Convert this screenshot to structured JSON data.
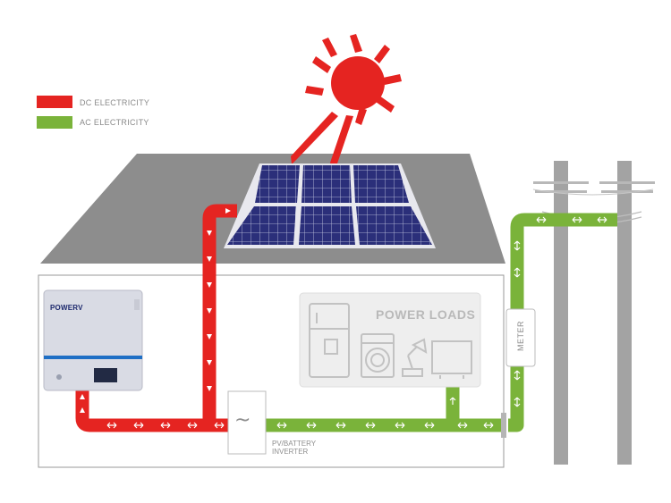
{
  "legend": {
    "dc_label": "DC ELECTRICITY",
    "ac_label": "AC ELECTRICITY",
    "dc_color": "#e52421",
    "ac_color": "#7ab33a"
  },
  "battery": {
    "brand": "POWERV"
  },
  "loads": {
    "title": "POWER LOADS"
  },
  "inverter": {
    "line1": "PV/BATTERY",
    "line2": "INVERTER",
    "symbol": "~"
  },
  "meter": {
    "label": "METER"
  },
  "icons": [
    "sun-icon",
    "solar-panel-icon",
    "fridge-icon",
    "washing-machine-icon",
    "desk-lamp-icon",
    "tv-icon",
    "utility-pole-icon"
  ]
}
